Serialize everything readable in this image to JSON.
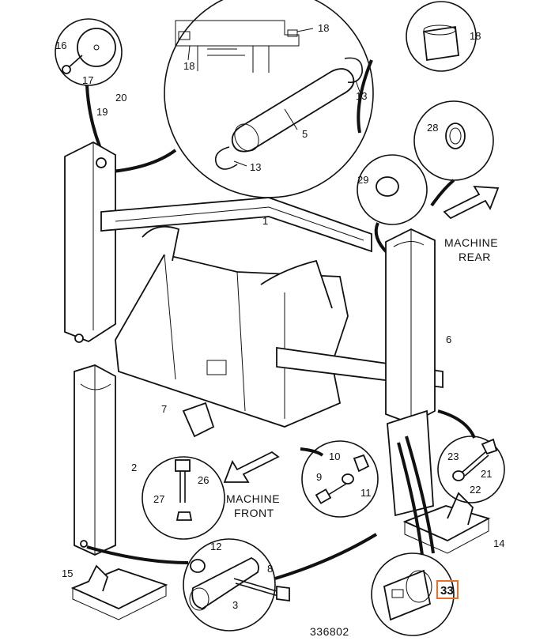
{
  "diagram": {
    "drawing_number": "336802",
    "labels": {
      "machine_rear": [
        "MACHINE",
        "REAR"
      ],
      "machine_front": [
        "MACHINE",
        "FRONT"
      ]
    },
    "callouts": {
      "c1": "1",
      "c2": "2",
      "c3": "3",
      "c5": "5",
      "c6": "6",
      "c7": "7",
      "c8": "8",
      "c9": "9",
      "c10": "10",
      "c11": "11",
      "c12": "12",
      "c13a": "13",
      "c13b": "13",
      "c14": "14",
      "c15": "15",
      "c16": "16",
      "c17": "17",
      "c18a": "18",
      "c18b": "18",
      "c18c": "18",
      "c19": "19",
      "c20": "20",
      "c21": "21",
      "c22": "22",
      "c23": "23",
      "c26": "26",
      "c27": "27",
      "c28": "28",
      "c29": "29",
      "c33": "33"
    },
    "highlight_color": "#e8702a"
  }
}
